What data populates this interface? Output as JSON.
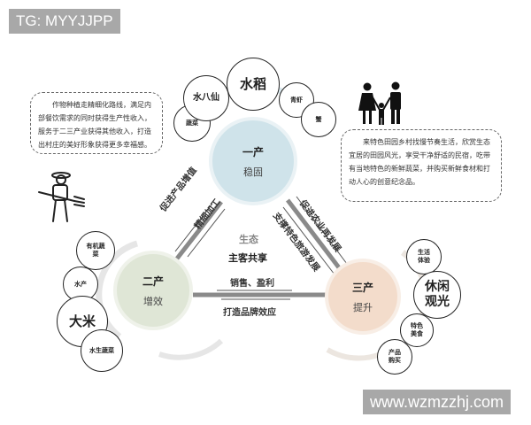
{
  "watermarks": {
    "top_left": "TG: MYYJJPP",
    "bottom_right": "www.wzmzzhj.com"
  },
  "center": {
    "line1": "生态",
    "line2": "主客共享"
  },
  "hubs": {
    "primary": {
      "title": "一产",
      "subtitle": "稳固",
      "color": "#cfe3ea"
    },
    "secondary": {
      "title": "二产",
      "subtitle": "增效",
      "color": "#dfe6d6"
    },
    "tertiary": {
      "title": "三产",
      "subtitle": "提升",
      "color": "#f3dccb"
    }
  },
  "primary_bubbles": [
    "蔬菜",
    "水八仙",
    "水稻",
    "青虾",
    "蟹"
  ],
  "secondary_bubbles": [
    "有机蔬菜",
    "水产",
    "大米",
    "水生蔬菜"
  ],
  "tertiary_bubbles": [
    "生活体验",
    "休闲观光",
    "特色美食",
    "产品购买"
  ],
  "arrows": {
    "left_outer": "促进产品增值",
    "left_inner": "精细加工",
    "right_outer": "促进农业再发展",
    "right_inner": "支撑特色旅游发展",
    "bottom_top": "销售、盈利",
    "bottom_bottom": "打造品牌效应"
  },
  "notes": {
    "left": "作物种植走精细化路线，满足内部餐饮需求的同时获得生产性收入，服务于二三产业获得其他收入，打造出村庄的美好形象获得更多幸福感。",
    "right": "来特色田园乡村找慢节奏生活，欣赏生态宜居的田园风光，享受干净舒适的民宿，吃带有当地特色的新鲜蔬菜，并购买新鲜食材和打动人心的创意纪念品。"
  },
  "icons": {
    "left": "farmer-icon",
    "right": "family-icon"
  }
}
